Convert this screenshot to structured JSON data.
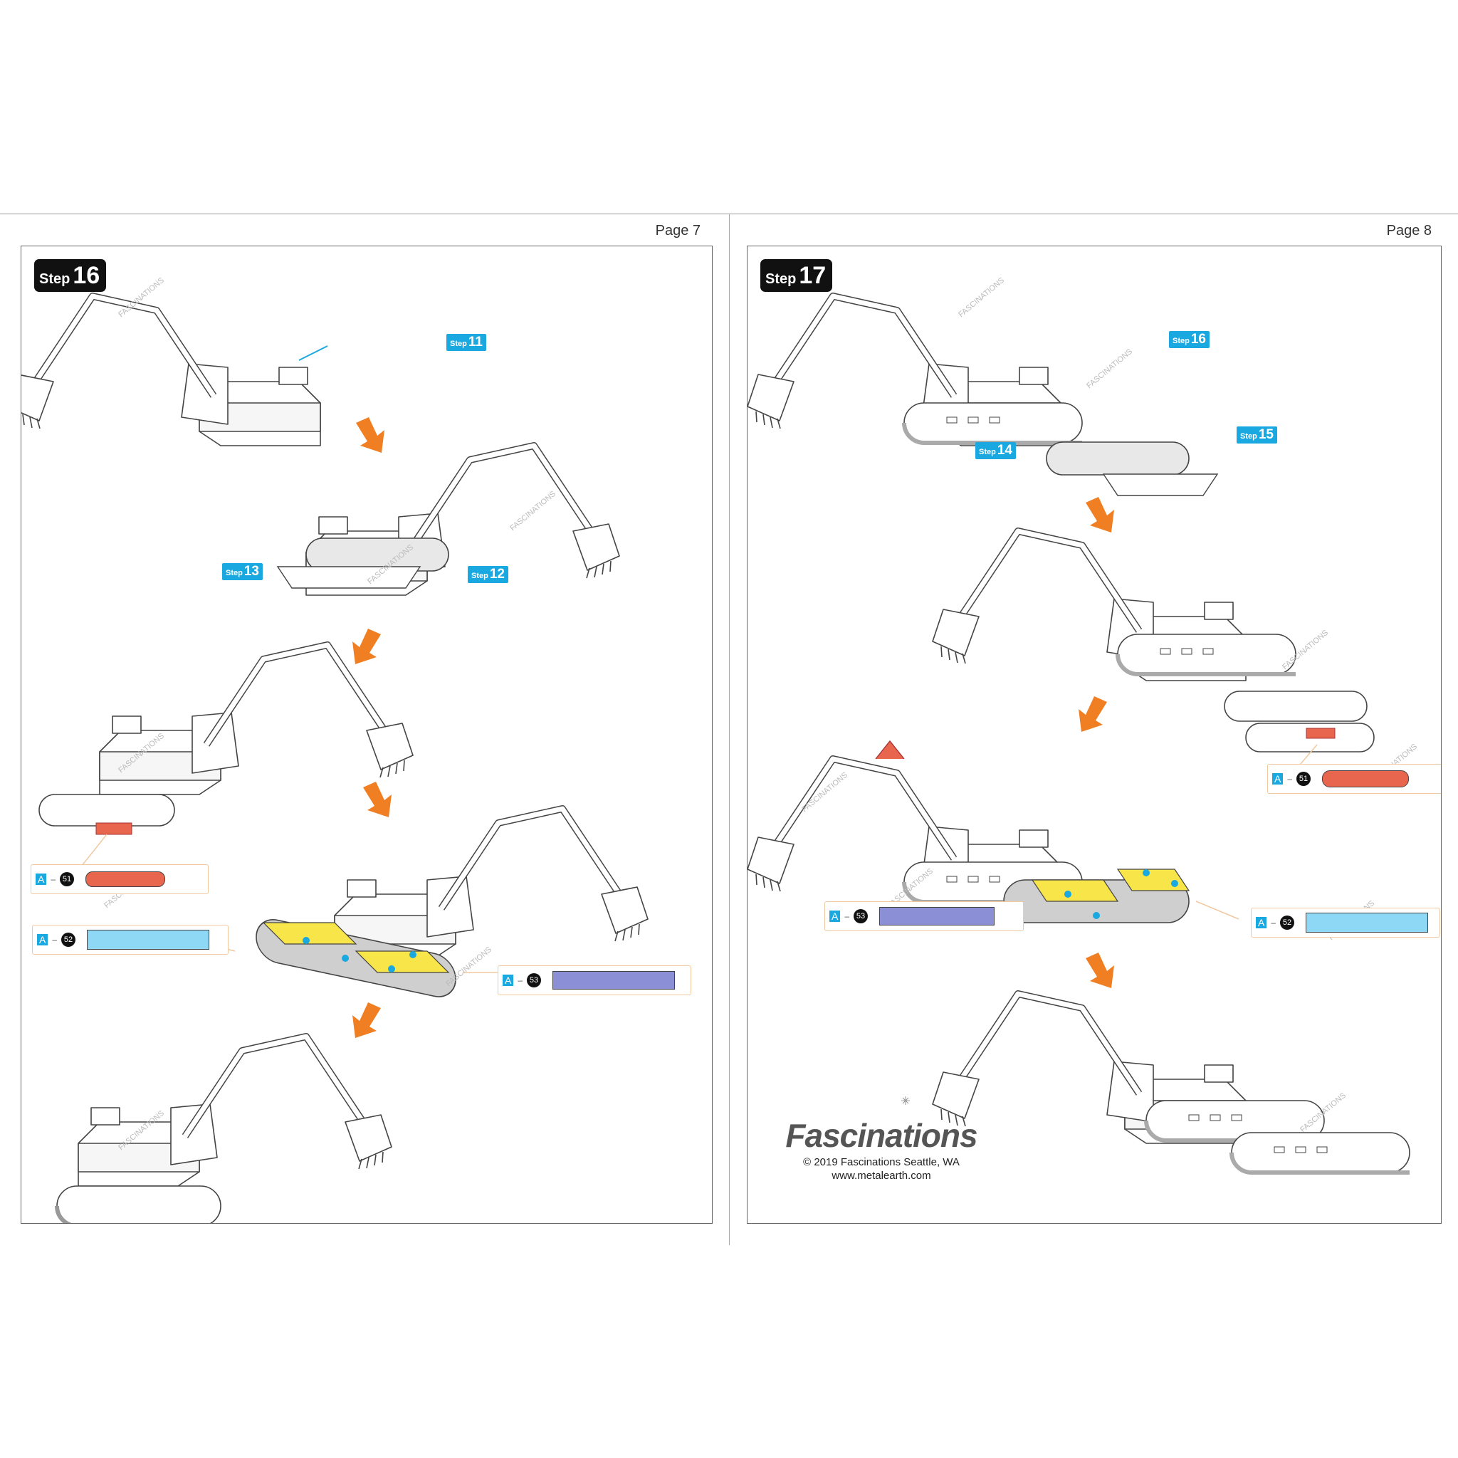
{
  "pages": {
    "left": {
      "page_label": "Page 7",
      "step": {
        "word": "Step",
        "number": "16"
      },
      "callouts": [
        {
          "word": "Step",
          "number": "11"
        },
        {
          "word": "Step",
          "number": "13"
        },
        {
          "word": "Step",
          "number": "12"
        }
      ],
      "parts": [
        {
          "sheet": "A",
          "number": "51",
          "color": "#e8664e"
        },
        {
          "sheet": "A",
          "number": "52",
          "color": "#8fd8f5"
        },
        {
          "sheet": "A",
          "number": "53",
          "color": "#8b8fd6"
        }
      ],
      "watermark": "FASCINATIONS"
    },
    "right": {
      "page_label": "Page 8",
      "step": {
        "word": "Step",
        "number": "17"
      },
      "callouts": [
        {
          "word": "Step",
          "number": "16"
        },
        {
          "word": "Step",
          "number": "14"
        },
        {
          "word": "Step",
          "number": "15"
        }
      ],
      "parts": [
        {
          "sheet": "A",
          "number": "51",
          "color": "#e8664e"
        },
        {
          "sheet": "A",
          "number": "53",
          "color": "#8b8fd6"
        },
        {
          "sheet": "A",
          "number": "52",
          "color": "#8fd8f5"
        }
      ],
      "watermark": "FASCINATIONS",
      "brand": {
        "logo": "Fascinations",
        "copyright": "© 2019 Fascinations Seattle, WA",
        "website": "www.metalearth.com"
      }
    }
  },
  "colors": {
    "arrow": "#f07f23",
    "callout": "#1aa8e0",
    "track_highlight": "#f7e54a",
    "part_frame": "#f0c9a0"
  }
}
